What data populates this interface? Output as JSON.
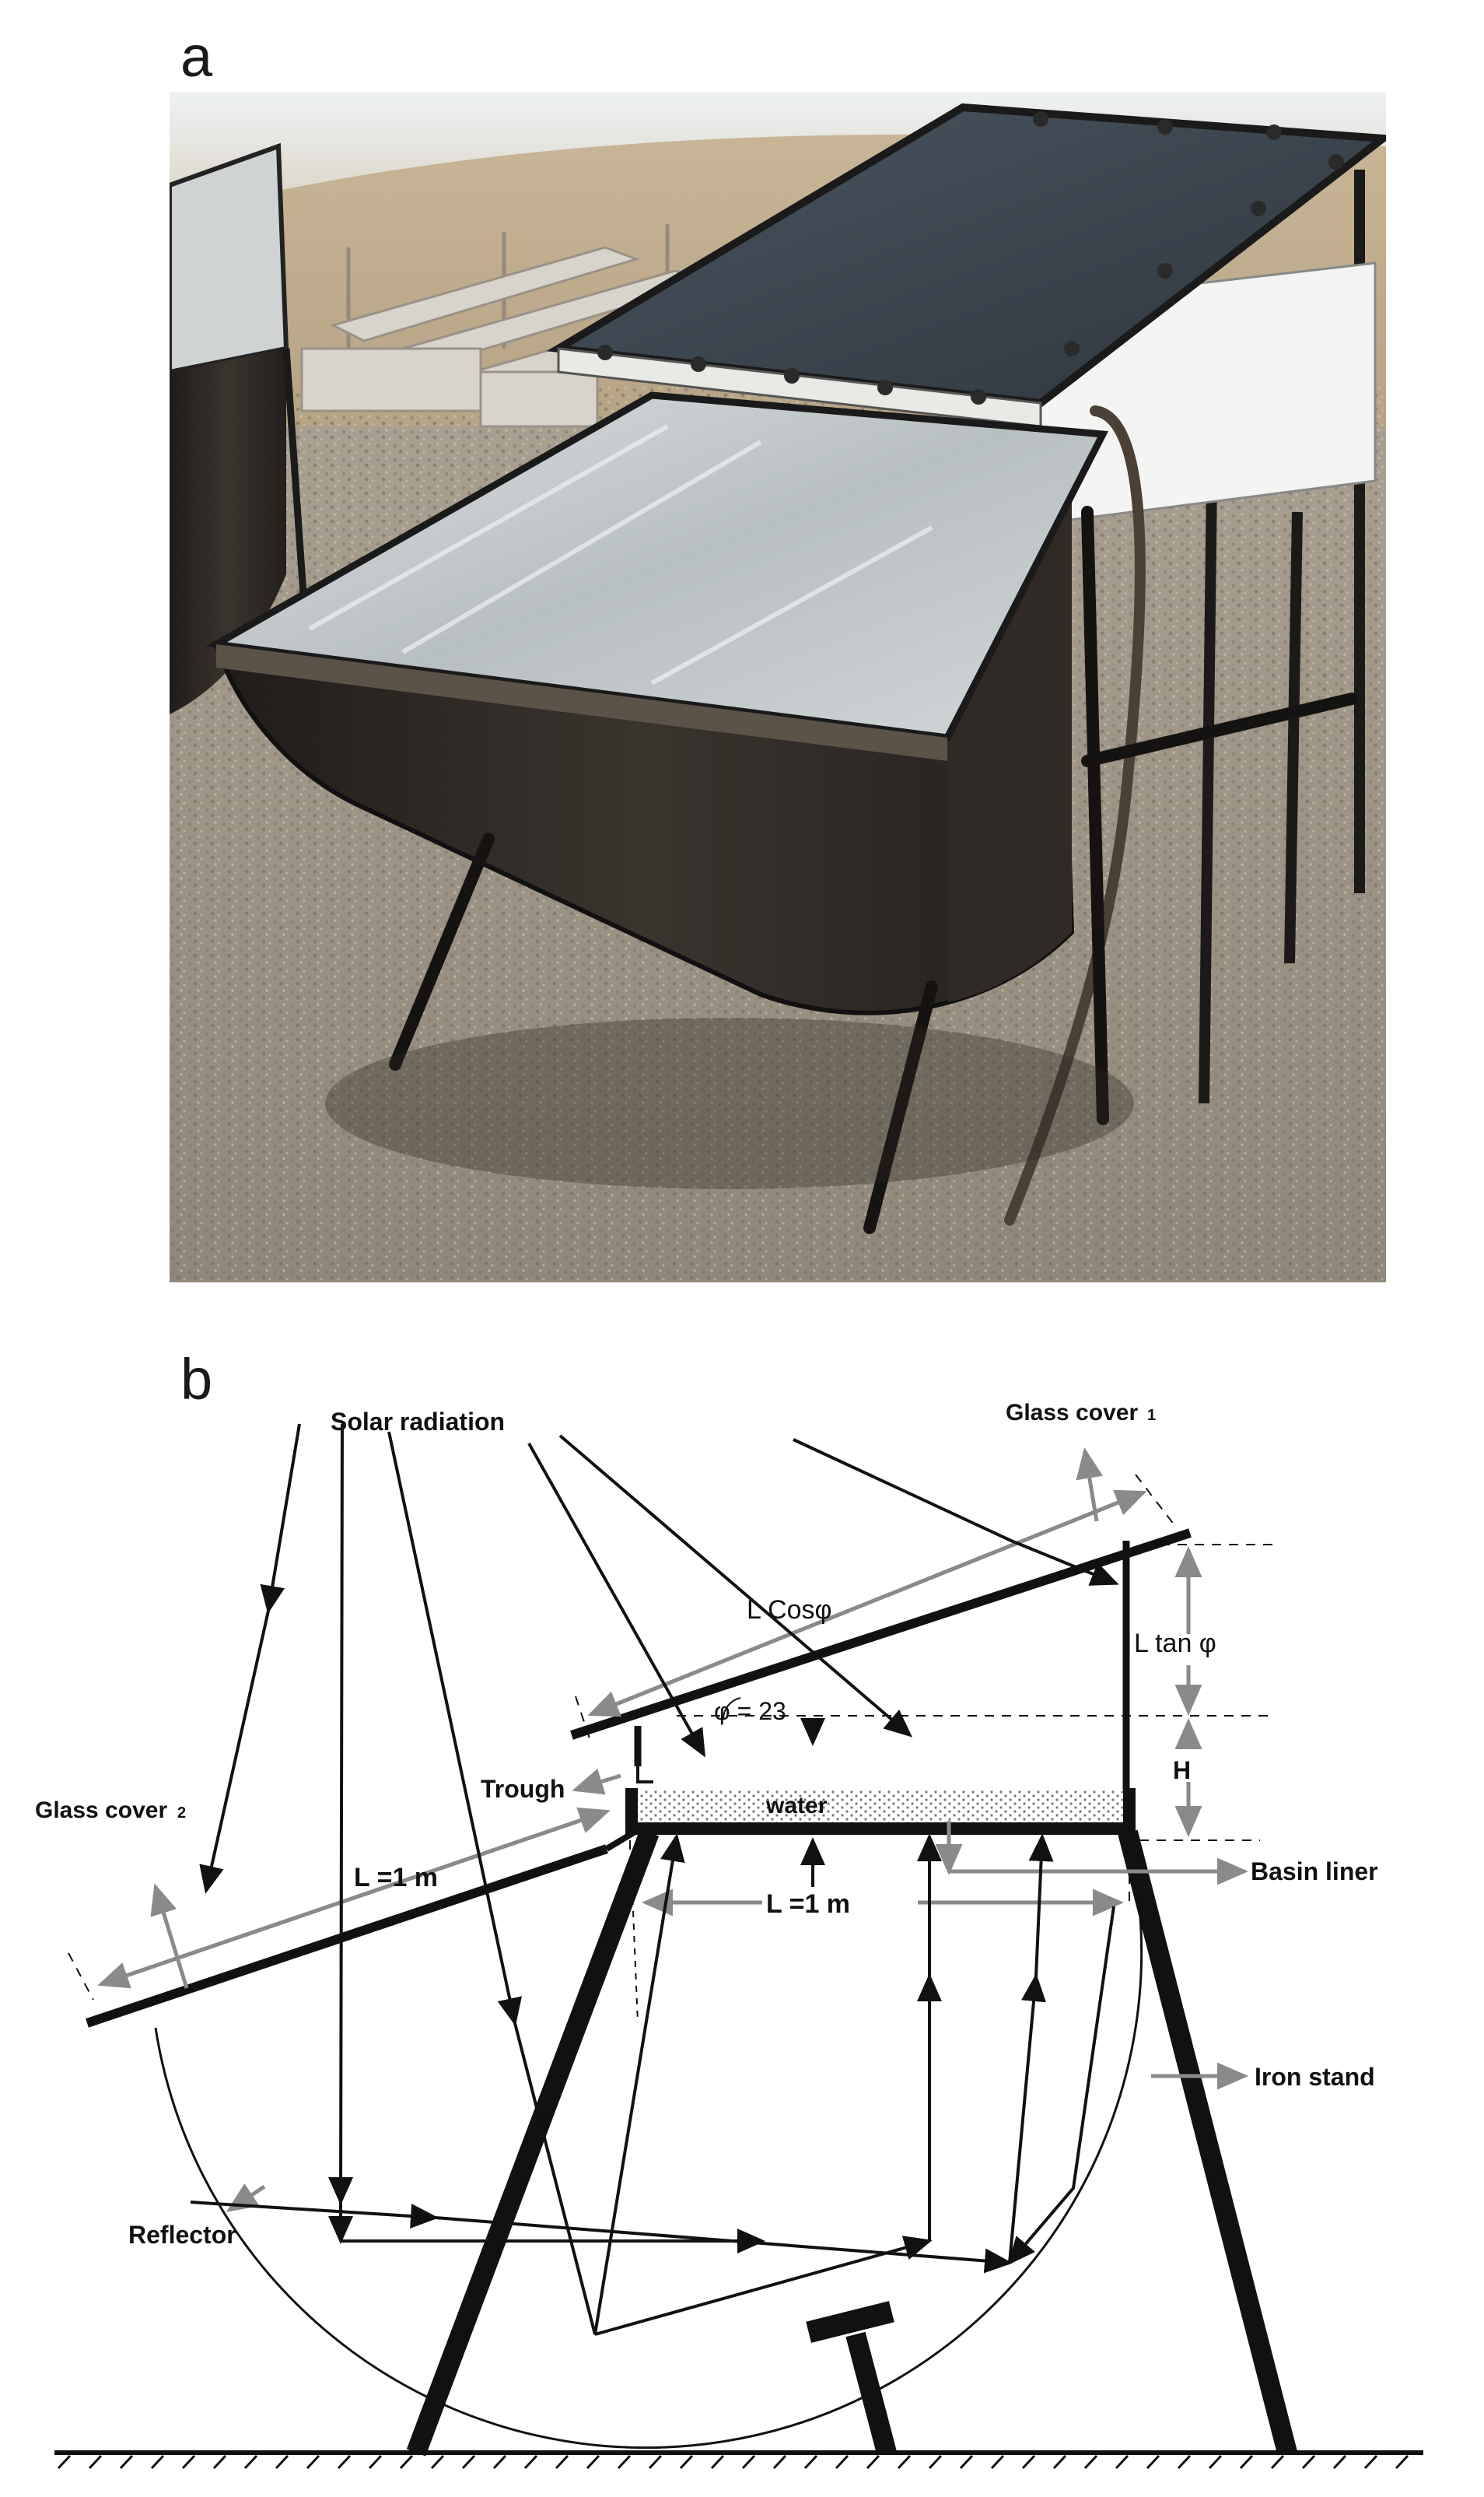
{
  "figure": {
    "panel_a": {
      "letter": "a"
    },
    "panel_b": {
      "letter": "b",
      "labels": {
        "solar_radiation": "Solar radiation",
        "glass_cover_1": "Glass cover",
        "glass_cover_1_index": "1",
        "glass_cover_2": "Glass cover",
        "glass_cover_2_index": "2",
        "l_cos": "L Cosφ",
        "l_tan": "L tan φ",
        "angle": "φ = 23",
        "trough": "Trough",
        "water": "water",
        "h": "H",
        "l_1m_cover": "L =1 m",
        "l_1m_basin": "L =1 m",
        "basin_liner": "Basin liner",
        "iron_stand": "Iron stand",
        "reflector": "Reflector"
      }
    }
  },
  "colors": {
    "ink": "#111111",
    "gray_arrows": "#8a8a8a",
    "water_dots": "#777777",
    "sky": "#dfe6ea",
    "hill": "#c9b79a",
    "gravel": "#a69c8c",
    "body_dark": "#2a2622",
    "glass": "#c9ced0",
    "panel_top": "#3c4650"
  },
  "icons": [
    "arrow-head-icon"
  ]
}
